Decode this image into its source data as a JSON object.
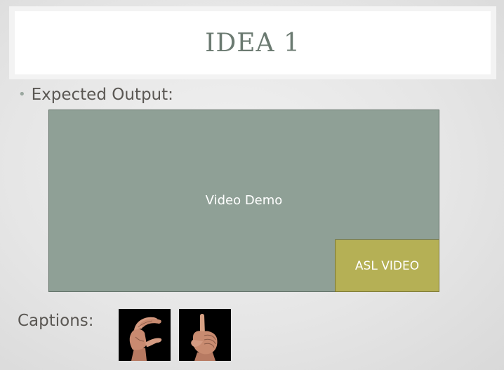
{
  "slide": {
    "title": "IDEA 1",
    "bullet": "Expected Output:",
    "video_area": {
      "label": "Video Demo",
      "overlay_label": "ASL VIDEO"
    },
    "captions_label": "Captions:",
    "caption_images": [
      {
        "icon": "asl-letter-c-hand"
      },
      {
        "icon": "asl-letter-d-hand"
      }
    ]
  },
  "colors": {
    "title_text": "#6b7a71",
    "body_text": "#5a5753",
    "video_area": "#8fa096",
    "asl_box": "#b5b055",
    "bullet": "#9aa79f"
  }
}
